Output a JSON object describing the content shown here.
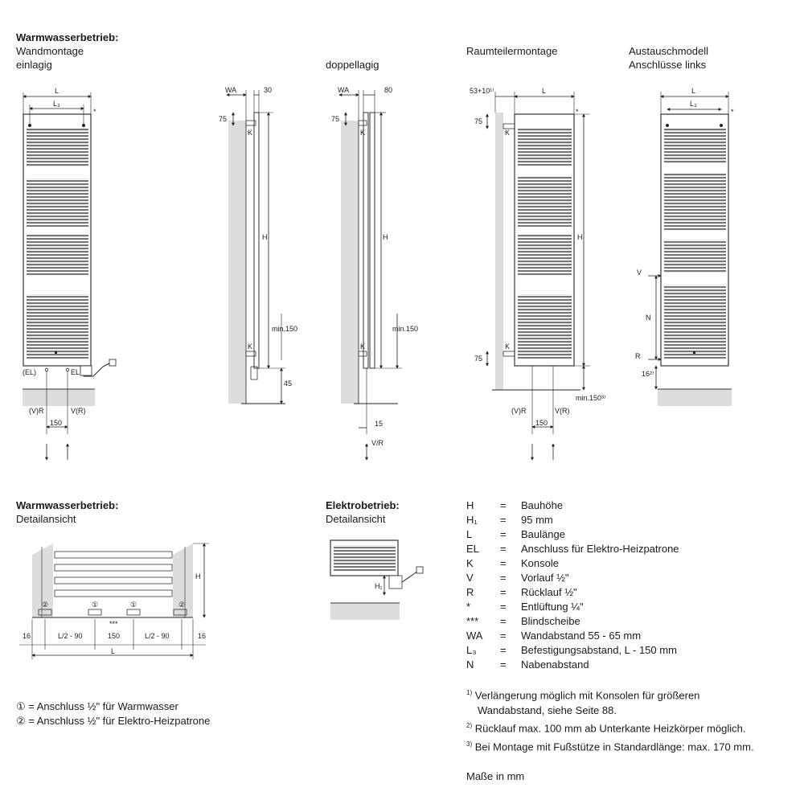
{
  "headings": {
    "warm_main": "Warmwasserbetrieb:",
    "wall_mount": "Wandmontage",
    "single_layer": "einlagig",
    "double_layer": "doppellagig",
    "room_divider": "Raumteilermontage",
    "replacement_title": "Austauschmodell",
    "replacement_sub": "Anschlüsse links",
    "warm_detail_title": "Warmwasserbetrieb:",
    "warm_detail_sub": "Detailansicht",
    "electric_detail_title": "Elektrobetrieb:",
    "electric_detail_sub": "Detailansicht"
  },
  "dimension_labels": {
    "L": "L",
    "L3": "L₃",
    "star": "*",
    "EL_left": "(EL)",
    "EL_right": "EL",
    "VR_left": "(V)R",
    "VR_right": "V(R)",
    "d150": "150",
    "WA": "WA",
    "d30": "30",
    "d80": "80",
    "d75": "75",
    "K": "K",
    "H": "H",
    "min150": "min.150",
    "d45": "45",
    "d15": "15",
    "VR_arrow": "V/R",
    "d53": "53+10¹⁾",
    "min150_3": "min.150³⁾",
    "V": "V",
    "N": "N",
    "R": "R",
    "d16_2": "16²⁾",
    "d16": "16",
    "L2_90": "L/2 - 90",
    "triple_star": "***",
    "circle1": "①",
    "circle2": "②",
    "H1": "H₁"
  },
  "legend": [
    {
      "symbol": "H",
      "definition": "Bauhöhe"
    },
    {
      "symbol": "H₁",
      "definition": "95 mm"
    },
    {
      "symbol": "L",
      "definition": "Baulänge"
    },
    {
      "symbol": "EL",
      "definition": "Anschluss für Elektro-Heizpatrone"
    },
    {
      "symbol": "K",
      "definition": "Konsole"
    },
    {
      "symbol": "V",
      "definition": "Vorlauf ½\""
    },
    {
      "symbol": "R",
      "definition": "Rücklauf ½\""
    },
    {
      "symbol": "*",
      "definition": "Entlüftung ¼\""
    },
    {
      "symbol": "***",
      "definition": "Blindscheibe"
    },
    {
      "symbol": "WA",
      "definition": "Wandabstand 55 - 65 mm"
    },
    {
      "symbol": "L₃",
      "definition": "Befestigungsabstand, L - 150 mm"
    },
    {
      "symbol": "N",
      "definition": "Nabenabstand"
    }
  ],
  "legend_equals": "=",
  "footnotes": {
    "fn1_mark": "1)",
    "fn1_line1": "Verlängerung möglich mit Konsolen für größeren",
    "fn1_line2": "Wandabstand, siehe Seite 88.",
    "fn2_mark": "2)",
    "fn2": "Rücklauf max. 100 mm ab Unterkante Heizkörper möglich.",
    "fn3_mark": "3)",
    "fn3": "Bei Montage mit Fußstütze in Standardlänge: max. 170 mm.",
    "units": "Maße in mm"
  },
  "connection_notes": {
    "note1": "① = Anschluss ½\" für Warmwasser",
    "note2": "② = Anschluss ½\" für Elektro-Heizpatrone"
  }
}
